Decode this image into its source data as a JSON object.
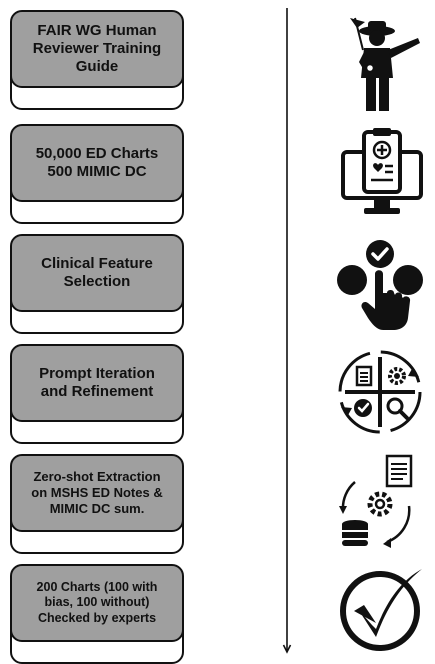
{
  "steps": [
    {
      "label": "FAIR WG Human\nReviewer Training\nGuide",
      "icon": "person-with-flag-icon"
    },
    {
      "label": "50,000 ED Charts\n500 MIMIC DC",
      "icon": "clipboard-on-monitor-icon"
    },
    {
      "label": "Clinical Feature\nSelection",
      "icon": "hand-selecting-option-icon"
    },
    {
      "label": "Prompt Iteration\nand Refinement",
      "icon": "iteration-cycle-icon"
    },
    {
      "label": "Zero-shot Extraction\non MSHS ED Notes &\nMIMIC DC sum.",
      "icon": "data-processing-cycle-icon"
    },
    {
      "label": "200 Charts (100 with\nbias, 100 without)\nChecked by experts",
      "icon": "checkmark-circle-icon"
    }
  ]
}
